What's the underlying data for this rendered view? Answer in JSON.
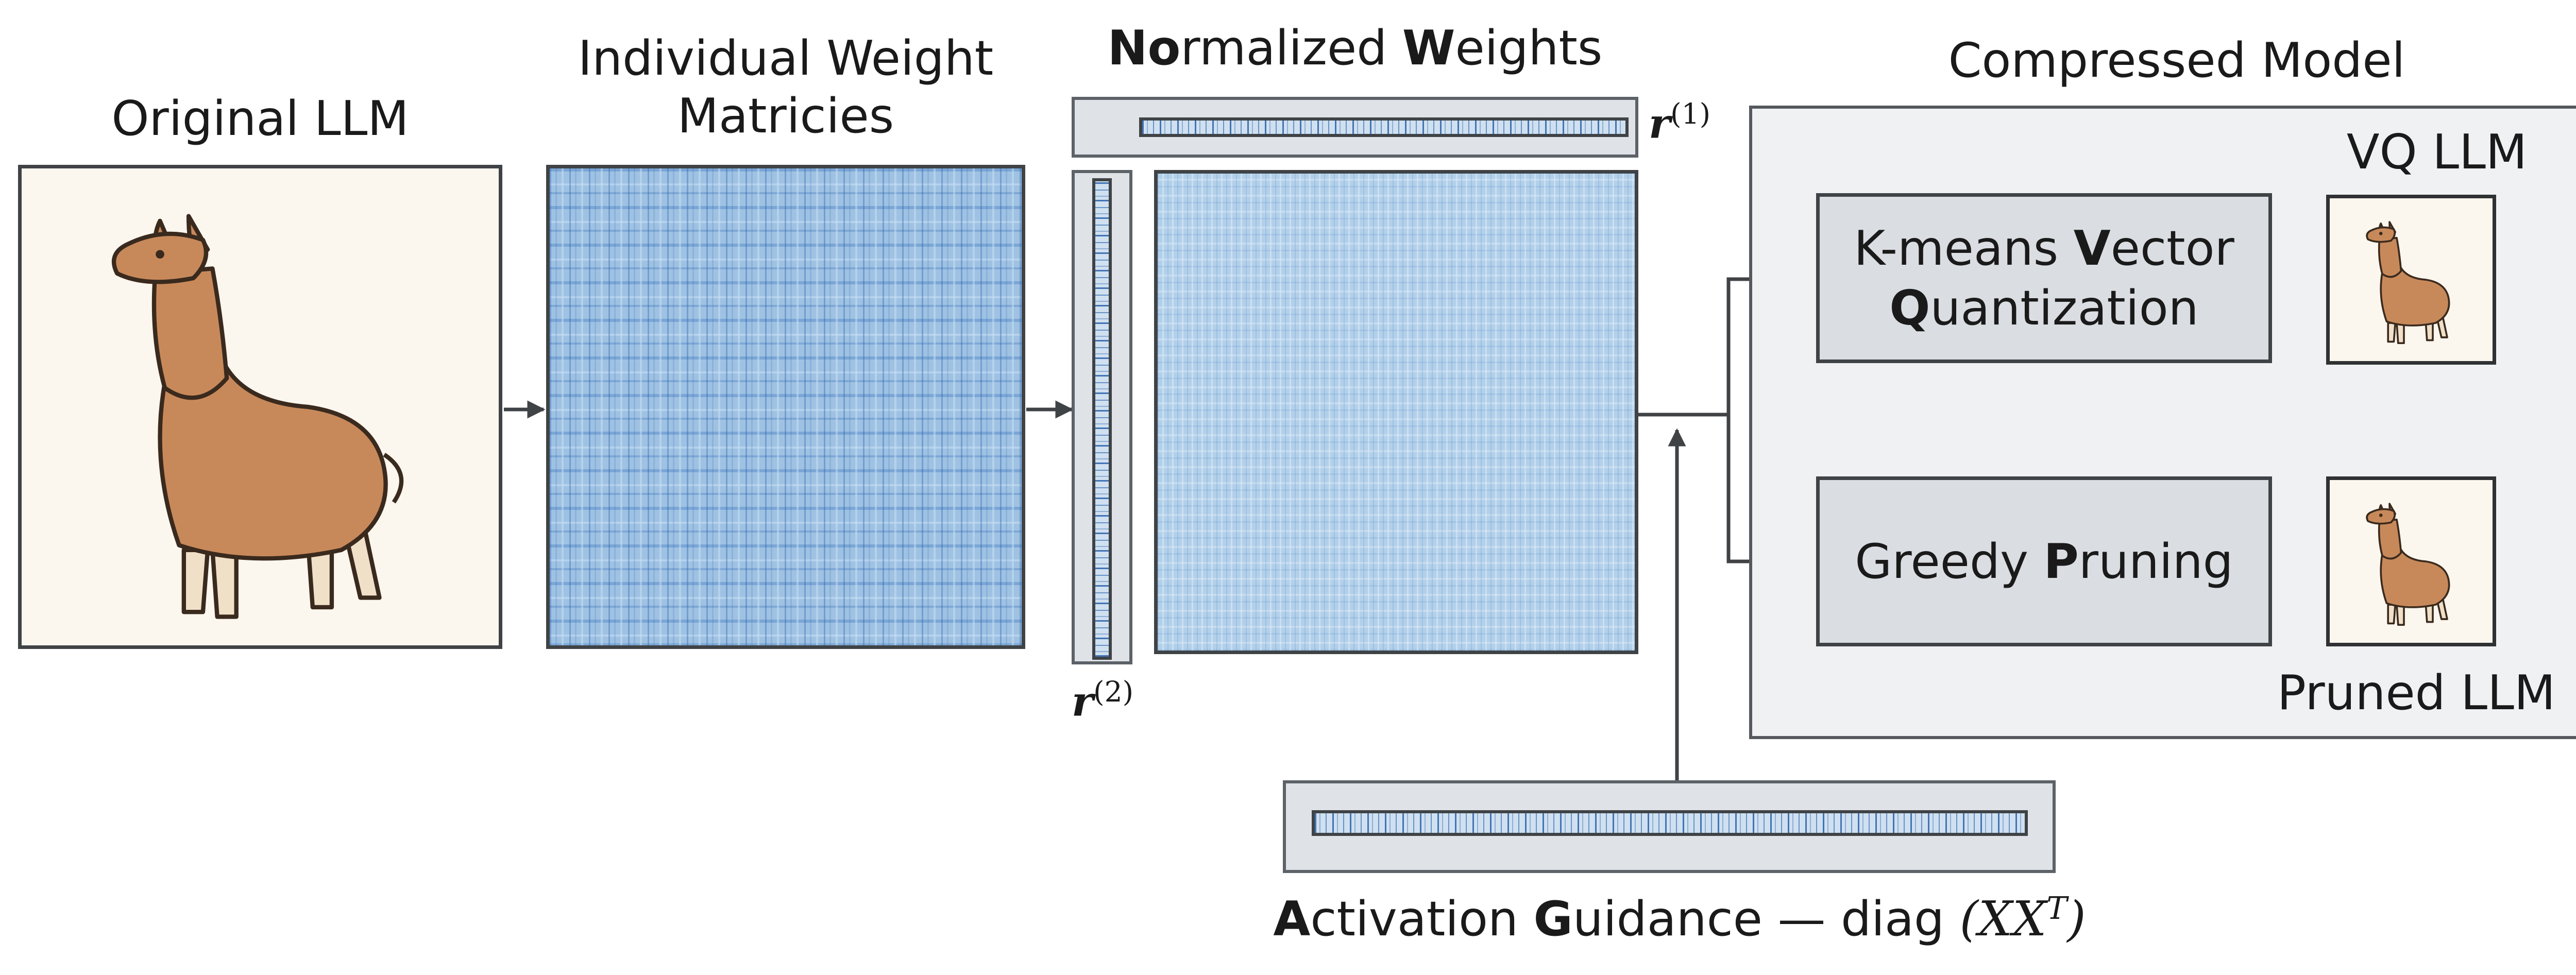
{
  "labels": {
    "original_llm": "Original LLM",
    "individual_line1": "Individual Weight",
    "individual_line2": "Matricies",
    "normalized_b1": "No",
    "normalized_r1": "rmalized ",
    "normalized_b2": "W",
    "normalized_r2": "eights",
    "compressed_model": "Compressed Model",
    "vq_llm": "VQ LLM",
    "pruned_llm": "Pruned LLM",
    "activation_b1": "A",
    "activation_r1": "ctivation ",
    "activation_b2": "G",
    "activation_r2": "uidance — diag",
    "activation_math": "(XX",
    "activation_sup": "T",
    "activation_close": ")"
  },
  "vectors": {
    "r1_base": "r",
    "r1_sup": "(1)",
    "r2_base": "r",
    "r2_sup": "(2)"
  },
  "methods": {
    "kmeans_r1": "K-means ",
    "kmeans_b1": "V",
    "kmeans_r2": "ector",
    "kmeans_b2": "Q",
    "kmeans_r3": "uantization",
    "greedy_r1": "Greedy ",
    "greedy_b1": "P",
    "greedy_r2": "runing"
  },
  "colors": {
    "heatmap_blue": "#9fc2e3",
    "panel_grey": "#eff1f3",
    "method_grey": "#dadde1",
    "llama_brown": "#c8895a",
    "border_dark": "#3f4346"
  },
  "icons": {
    "llama": "llama-icon"
  }
}
